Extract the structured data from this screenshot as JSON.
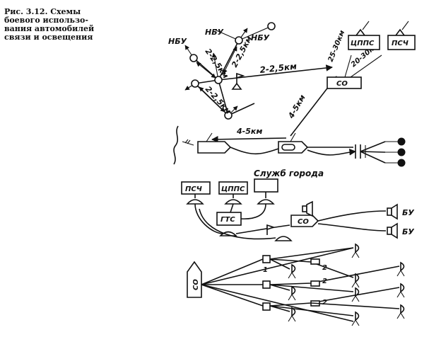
{
  "caption": {
    "lines": [
      "Рис. 3.12. Схемы",
      "боевого использо-",
      "вания автомобилей",
      "связи и освещения"
    ]
  },
  "scheme1": {
    "nbu_labels": [
      "НБУ",
      "НБУ",
      "НБУ"
    ],
    "distances": {
      "d_left_top": "2-2,5км",
      "d_mid_top": "2-2,5км",
      "d_center_right": "2-2,5км",
      "d_left_low": "2-2,5км",
      "d_diag": "4-5км",
      "d_horiz": "4-5км",
      "d_so_top": "25-30км",
      "d_so_right": "20-30км"
    },
    "boxes": {
      "tspps": "ЦППС",
      "psch": "ПСЧ",
      "so": "СО"
    }
  },
  "scheme2": {
    "city_services": "Служб города",
    "psch": "ПСЧ",
    "tspps": "ЦППС",
    "gts": "ГТС",
    "so": "СО",
    "bu1": "БУ",
    "bu2": "БУ"
  },
  "scheme3": {
    "so": "СО",
    "num1": "1",
    "num2a": "2",
    "num2b": "2",
    "num2c": "2"
  }
}
